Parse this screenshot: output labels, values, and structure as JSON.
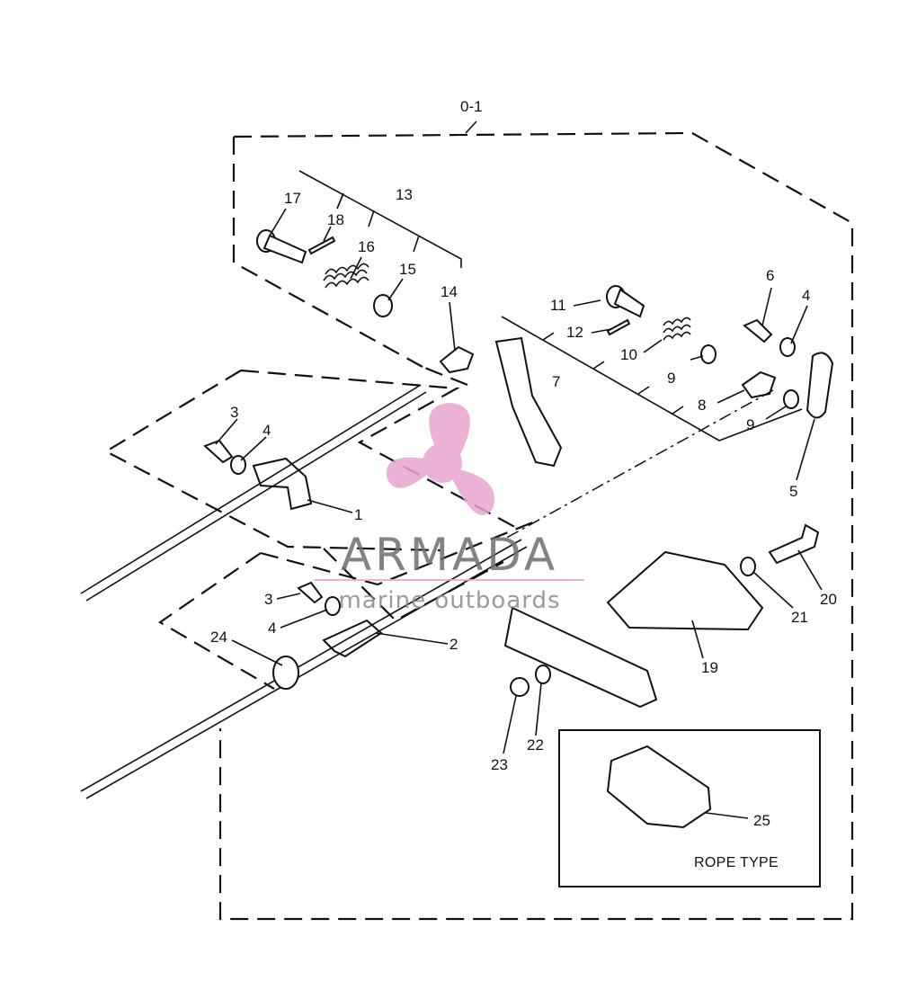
{
  "diagram": {
    "assembly_label": "0-1",
    "callouts": {
      "c1": "1",
      "c2": "2",
      "c3a": "3",
      "c3b": "3",
      "c4a": "4",
      "c4b": "4",
      "c4c": "4",
      "c5": "5",
      "c6": "6",
      "c7": "7",
      "c8": "8",
      "c9a": "9",
      "c9b": "9",
      "c10": "10",
      "c11": "11",
      "c12": "12",
      "c13": "13",
      "c14": "14",
      "c15": "15",
      "c16": "16",
      "c17": "17",
      "c18": "18",
      "c19": "19",
      "c20": "20",
      "c21": "21",
      "c22": "22",
      "c23": "23",
      "c24": "24",
      "c25": "25"
    },
    "inset_caption": "ROPE TYPE"
  },
  "watermark": {
    "name": "ARMADA",
    "tagline": "marine outboards",
    "color": "#e7a6cf"
  }
}
